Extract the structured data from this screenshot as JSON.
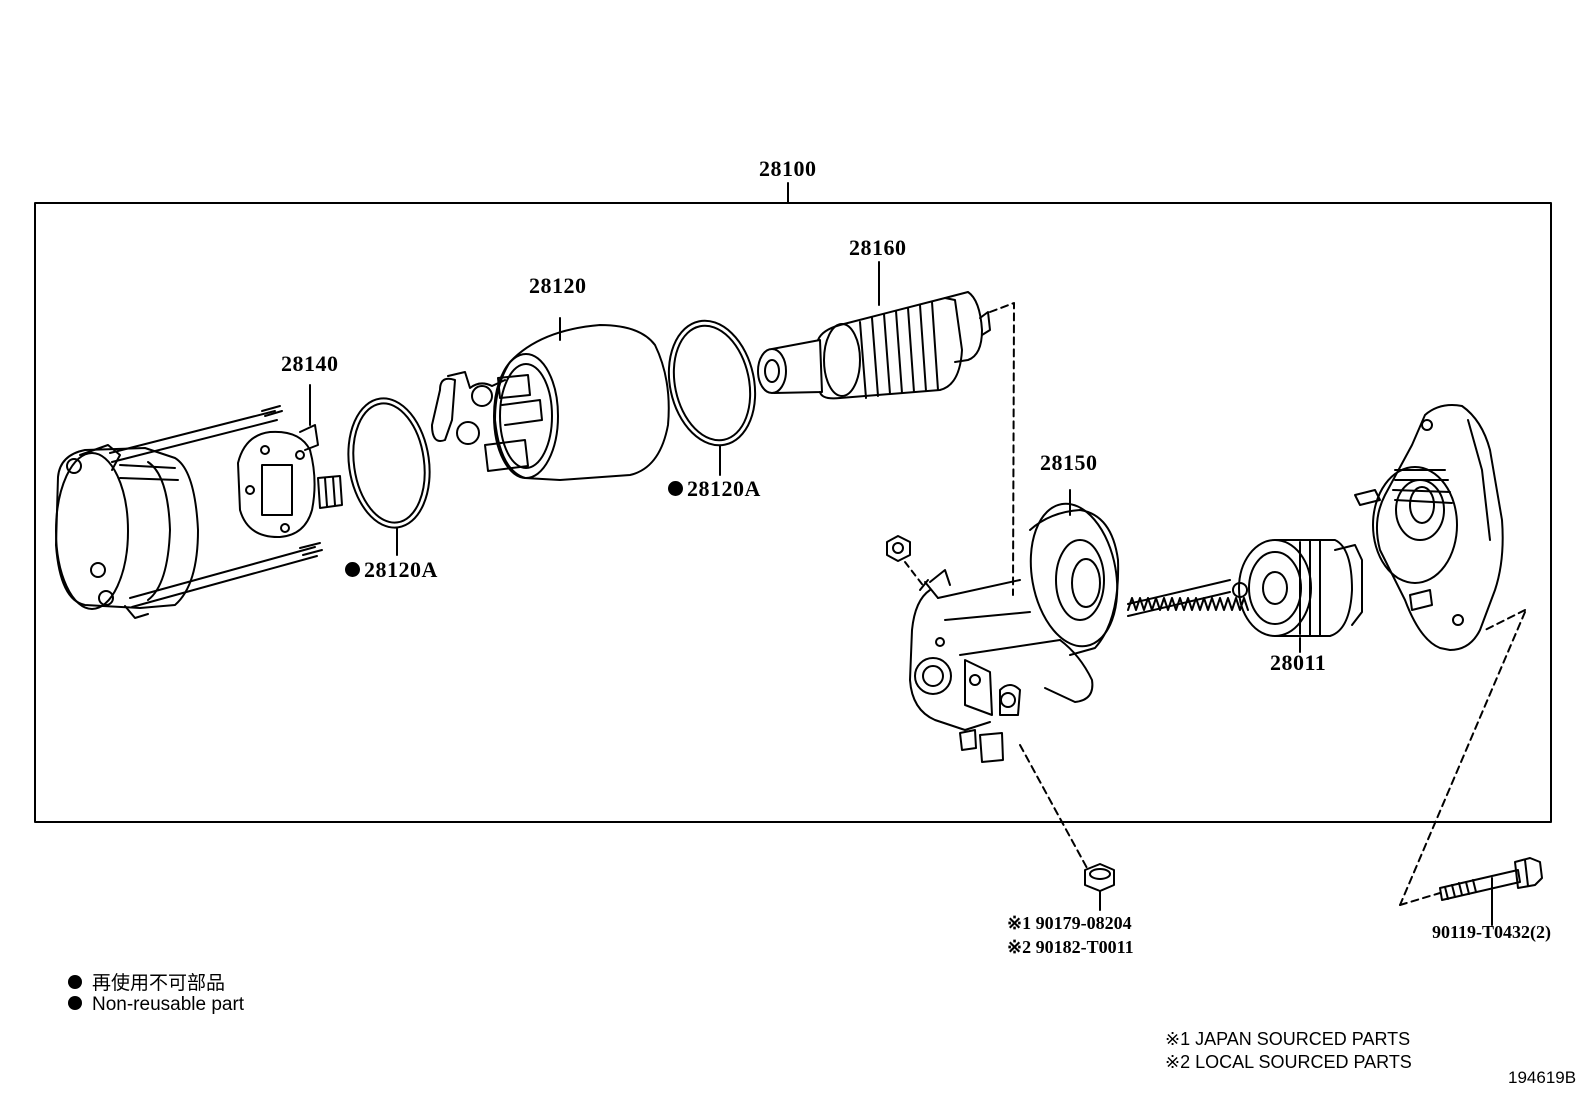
{
  "assembly": {
    "number": "28100"
  },
  "parts": [
    {
      "id": "p28160",
      "number": "28160"
    },
    {
      "id": "p28120",
      "number": "28120"
    },
    {
      "id": "p28140",
      "number": "28140"
    },
    {
      "id": "p28120a_right",
      "number": "28120A",
      "non_reusable": true
    },
    {
      "id": "p28120a_left",
      "number": "28120A",
      "non_reusable": true
    },
    {
      "id": "p28150",
      "number": "28150"
    },
    {
      "id": "p28011",
      "number": "28011"
    }
  ],
  "fasteners": {
    "nut_line1": "※1 90179-08204",
    "nut_line2": "※2 90182-T0011",
    "bolt": "90119-T0432(2)"
  },
  "legend": {
    "jp": "再使用不可部品",
    "en": "Non-reusable part"
  },
  "notes": {
    "line1": "※1 JAPAN SOURCED PARTS",
    "line2": "※2 LOCAL SOURCED PARTS"
  },
  "figure_id": "194619B"
}
